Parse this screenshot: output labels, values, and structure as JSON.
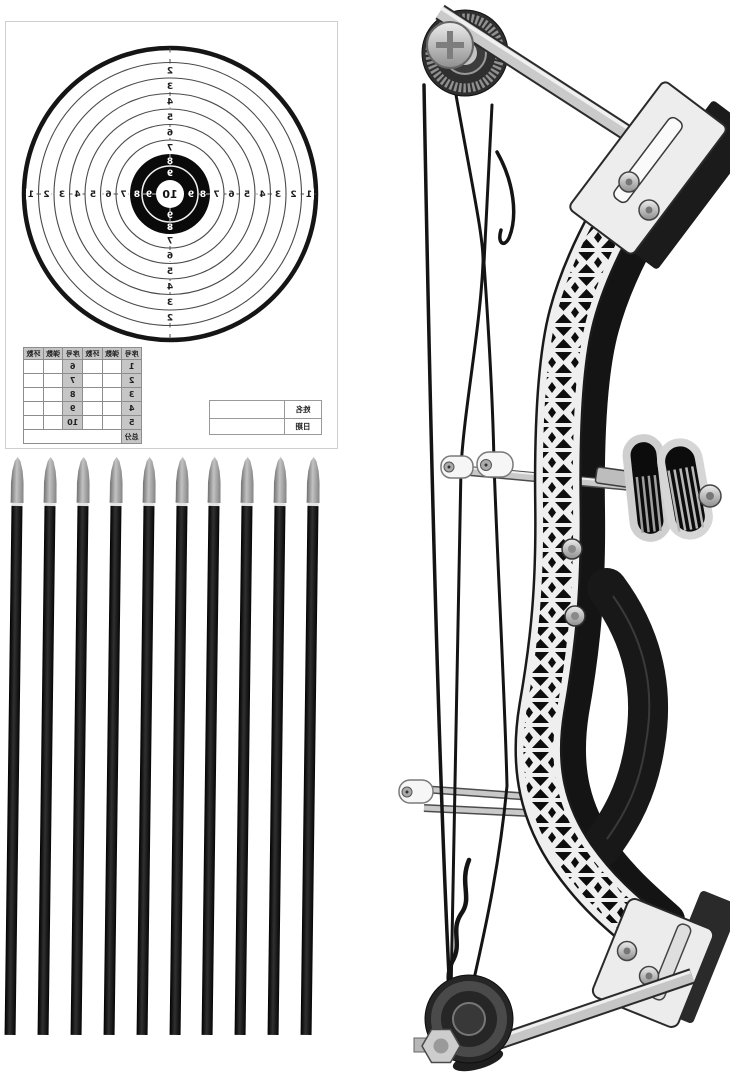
{
  "scene": {
    "description": "Archery product photo: mirrored paper shooting target with score table, ten field-tip arrows, and a black-and-silver compound bow",
    "background": "#ffffff"
  },
  "target_sheet": {
    "mirrored": true,
    "center_label": "10",
    "horizontal_ring_numbers": [
      "1",
      "2",
      "3",
      "4",
      "5",
      "6",
      "7",
      "8",
      "9"
    ],
    "vertical_ring_numbers": [
      "2",
      "3",
      "4",
      "5",
      "6",
      "7",
      "8",
      "9"
    ],
    "score_table": {
      "headers": [
        "序号",
        "弹数",
        "环数",
        "序号",
        "弹数",
        "环数"
      ],
      "left_index_numbers": [
        "1",
        "2",
        "3",
        "4",
        "5"
      ],
      "right_index_numbers": [
        "6",
        "7",
        "8",
        "9",
        "10"
      ],
      "footer_label": "总分"
    },
    "info_box": {
      "row1_label": "姓名",
      "row2_label": "日期"
    }
  },
  "arrows": {
    "count": 10,
    "tip_color": "#a9a9a9",
    "shaft_color": "#141414"
  },
  "bow": {
    "type": "compound-bow",
    "riser_color": "#efefef",
    "limb_color": "#c8c8c8",
    "cam_color": "#2f2f2f",
    "string_color": "#141414"
  },
  "colors": {
    "paper_line": "#2b2b2b",
    "bull": "#0a0a0a",
    "table_shade": "#c6c6c6",
    "background": "#ffffff"
  }
}
